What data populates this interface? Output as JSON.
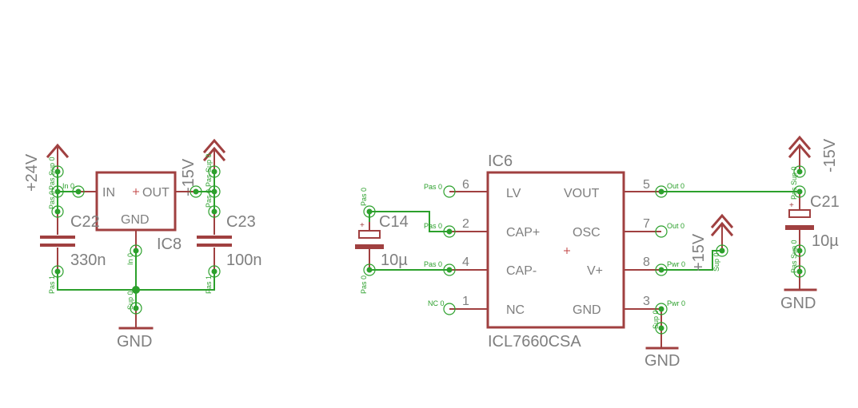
{
  "colors": {
    "symbol": "#a04040",
    "wire": "#2ca02c",
    "text": "#7f7f7f",
    "background": "#ffffff"
  },
  "power": {
    "p24": "+24V",
    "p15_left": "+15V",
    "p15_right": "+15V",
    "m15": "-15V",
    "gnd_left": "GND",
    "gnd_mid": "GND",
    "gnd_right": "GND"
  },
  "ic8": {
    "name": "IC8",
    "pin_in": "IN",
    "pin_out": "OUT",
    "pin_gnd": "GND"
  },
  "ic6": {
    "name": "IC6",
    "value": "ICL7660CSA",
    "pins": {
      "lv": "LV",
      "cap_plus": "CAP+",
      "cap_minus": "CAP-",
      "nc": "NC",
      "vout": "VOUT",
      "osc": "OSC",
      "vplus": "V+",
      "gnd": "GND"
    },
    "pin_numbers": {
      "p6": "6",
      "p2": "2",
      "p4": "4",
      "p1": "1",
      "p5": "5",
      "p7": "7",
      "p8": "8",
      "p3": "3"
    }
  },
  "caps": {
    "c22": {
      "name": "C22",
      "value": "330n"
    },
    "c23": {
      "name": "C23",
      "value": "100n"
    },
    "c14": {
      "name": "C14",
      "value": "10µ"
    },
    "c21": {
      "name": "C21",
      "value": "10µ"
    }
  },
  "pin_labels": {
    "pas0": "Pas 0",
    "pas1": "Pas 1",
    "in0": "In 0",
    "out0": "Out 0",
    "sup0": "Sup 0",
    "pwr0": "Pwr 0",
    "nc0": "NC 0",
    "passup0": "Pas Sup 0"
  }
}
